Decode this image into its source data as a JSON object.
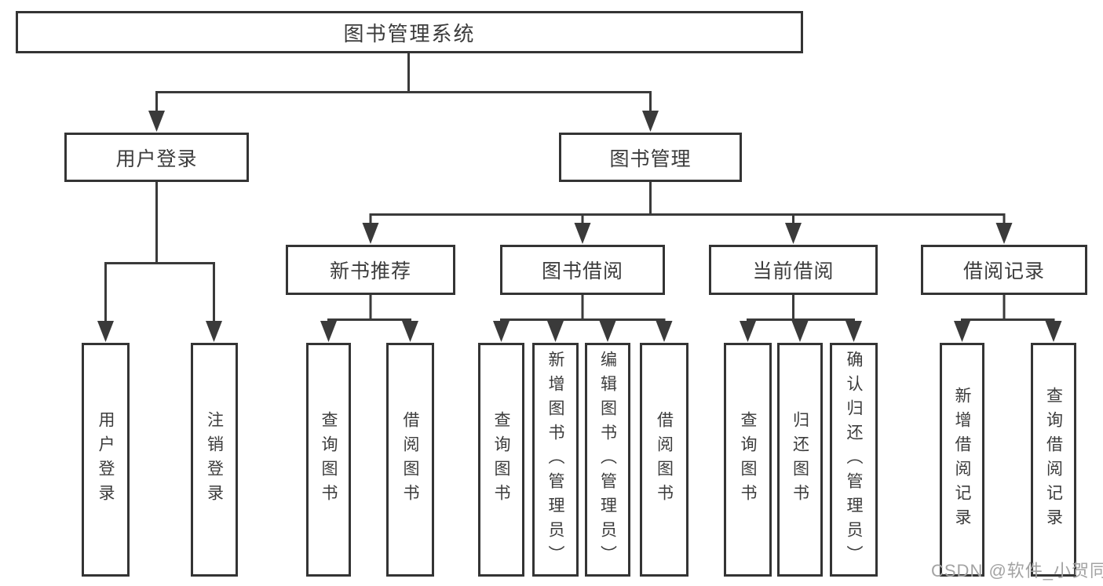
{
  "diagram_title": "图书管理系统",
  "colors": {
    "line": "#3a3a3a",
    "box_border": "#343434",
    "text": "#3c3c3c",
    "watermark": "#a3a3a3",
    "background": "#ffffff"
  },
  "nodes": {
    "root": "图书管理系统",
    "user_login": "用户登录",
    "book_mgmt": "图书管理",
    "new_book_rec": "新书推荐",
    "book_borrow": "图书借阅",
    "current_borrow": "当前借阅",
    "borrow_record": "借阅记录",
    "leaf_user_login": "用户登录",
    "leaf_logout": "注销登录",
    "leaf_nbr_query_book": "查询图书",
    "leaf_nbr_borrow_book": "借阅图书",
    "leaf_bb_query_book": "查询图书",
    "leaf_bb_add_book": "新增图书（管理员）",
    "leaf_bb_edit_book": "编辑图书（管理员）",
    "leaf_bb_borrow_book": "借阅图书",
    "leaf_cb_query_book": "查询图书",
    "leaf_cb_return_book": "归还图书",
    "leaf_cb_confirm_return": "确认归还（管理员）",
    "leaf_br_add_record": "新增借阅记录",
    "leaf_br_query_record": "查询借阅记录"
  },
  "edges": [
    [
      "root",
      "user_login"
    ],
    [
      "root",
      "book_mgmt"
    ],
    [
      "user_login",
      "leaf_user_login"
    ],
    [
      "user_login",
      "leaf_logout"
    ],
    [
      "book_mgmt",
      "new_book_rec"
    ],
    [
      "book_mgmt",
      "book_borrow"
    ],
    [
      "book_mgmt",
      "current_borrow"
    ],
    [
      "book_mgmt",
      "borrow_record"
    ],
    [
      "new_book_rec",
      "leaf_nbr_query_book"
    ],
    [
      "new_book_rec",
      "leaf_nbr_borrow_book"
    ],
    [
      "book_borrow",
      "leaf_bb_query_book"
    ],
    [
      "book_borrow",
      "leaf_bb_add_book"
    ],
    [
      "book_borrow",
      "leaf_bb_edit_book"
    ],
    [
      "book_borrow",
      "leaf_bb_borrow_book"
    ],
    [
      "current_borrow",
      "leaf_cb_query_book"
    ],
    [
      "current_borrow",
      "leaf_cb_return_book"
    ],
    [
      "current_borrow",
      "leaf_cb_confirm_return"
    ],
    [
      "borrow_record",
      "leaf_br_add_record"
    ],
    [
      "borrow_record",
      "leaf_br_query_record"
    ]
  ],
  "watermark": "CSDN @软件_小贺同学"
}
